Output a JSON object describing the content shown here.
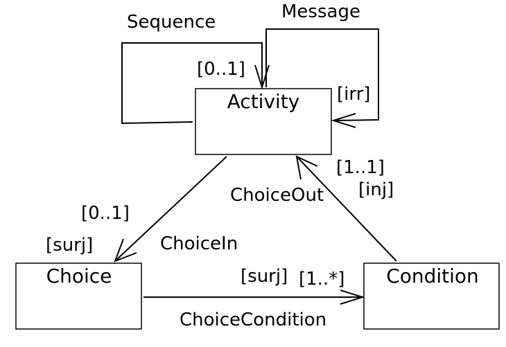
{
  "nodes": {
    "activity": "Activity",
    "choice": "Choice",
    "condition": "Condition"
  },
  "edges": {
    "sequence": {
      "name": "Sequence",
      "multiplicity": "[0..1]"
    },
    "message": {
      "name": "Message",
      "constraint": "[irr]"
    },
    "choice_out": {
      "name": "ChoiceOut",
      "multiplicity": "[1..1]",
      "constraint": "[inj]"
    },
    "choice_in": {
      "name": "ChoiceIn",
      "multiplicity": "[0..1]",
      "constraint": "[surj]"
    },
    "choice_condition": {
      "name": "ChoiceCondition",
      "constraint": "[surj]",
      "multiplicity": "[1..*]"
    }
  }
}
